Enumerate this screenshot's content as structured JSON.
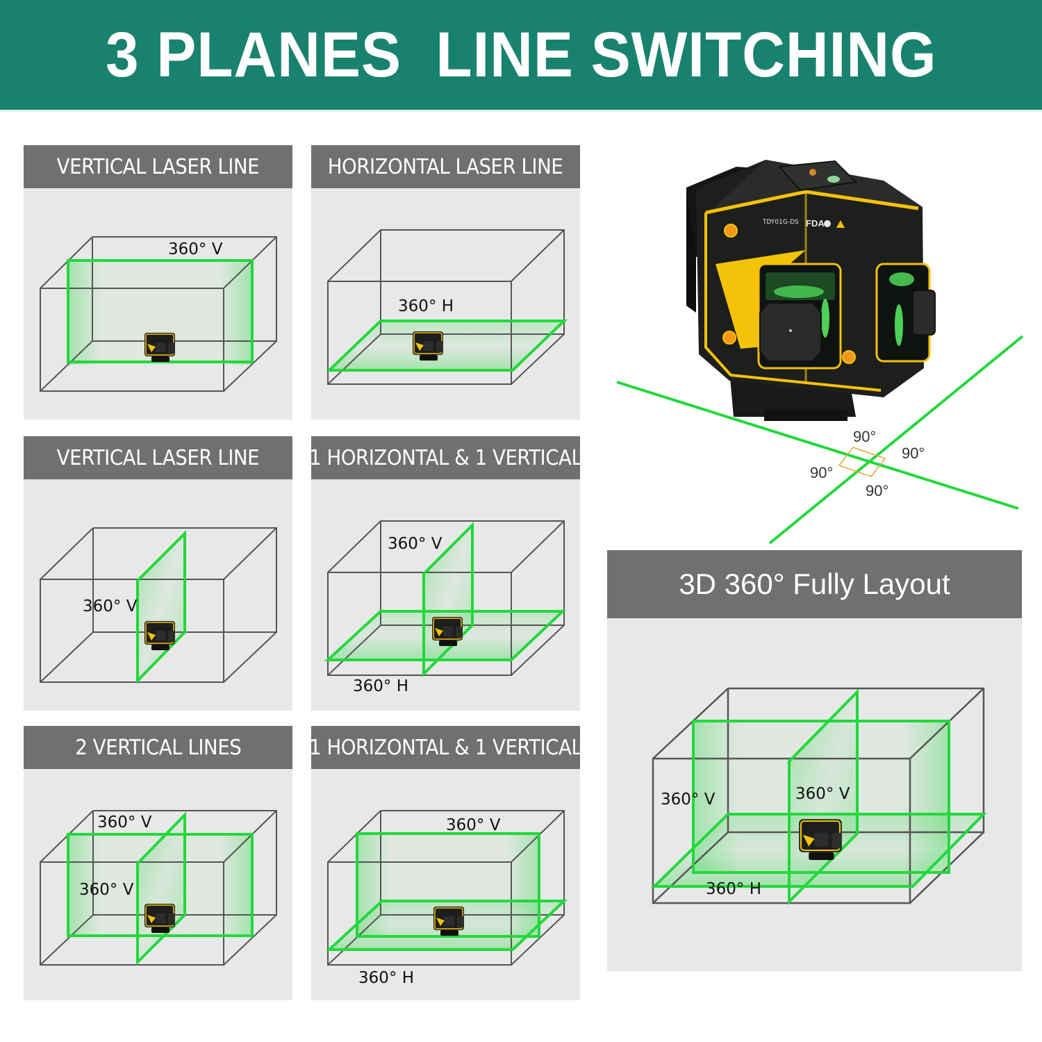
{
  "banner": {
    "title": "3 PLANES  LINE SWITCHING",
    "background_color": "#19826f",
    "text_color": "#ffffff"
  },
  "panels": [
    {
      "id": "vertical-laser-line-1",
      "title": "VERTICAL LASER LINE",
      "labels": [
        "360° V"
      ],
      "mode": "1 vertical (front/back plane)"
    },
    {
      "id": "horizontal-laser-line",
      "title": "HORIZONTAL LASER LINE",
      "labels": [
        "360° H"
      ],
      "mode": "1 horizontal"
    },
    {
      "id": "vertical-laser-line-2",
      "title": "VERTICAL LASER LINE",
      "labels": [
        "360° V"
      ],
      "mode": "1 vertical (side plane)"
    },
    {
      "id": "1h-1v-a",
      "title": "1 HORIZONTAL & 1 VERTICAL",
      "labels": [
        "360° V",
        "360° H"
      ],
      "mode": "1 horizontal + 1 side vertical"
    },
    {
      "id": "2-vertical-lines",
      "title": "2 VERTICAL LINES",
      "labels": [
        "360° V",
        "360° V"
      ],
      "mode": "2 vertical"
    },
    {
      "id": "1h-1v-b",
      "title": "1 HORIZONTAL & 1 VERTICAL",
      "labels": [
        "360° V",
        "360° H"
      ],
      "mode": "1 horizontal + 1 front vertical"
    }
  ],
  "hero": {
    "device_model": "TDY01G-DS",
    "device_mark": "FDA",
    "angle_labels": [
      "90°",
      "90°",
      "90°",
      "90°"
    ]
  },
  "layout_panel": {
    "title": "3D 360° Fully Layout",
    "labels": [
      "360° V",
      "360° V",
      "360° H"
    ]
  },
  "colors": {
    "laser_green": "#22d83c",
    "panel_bg": "#e8e8e8",
    "header_gray": "#707070",
    "box_line": "#555555",
    "angle_marker": "#d8a93a",
    "device_yellow": "#f5c20a",
    "device_body": "#1d1f1c"
  }
}
